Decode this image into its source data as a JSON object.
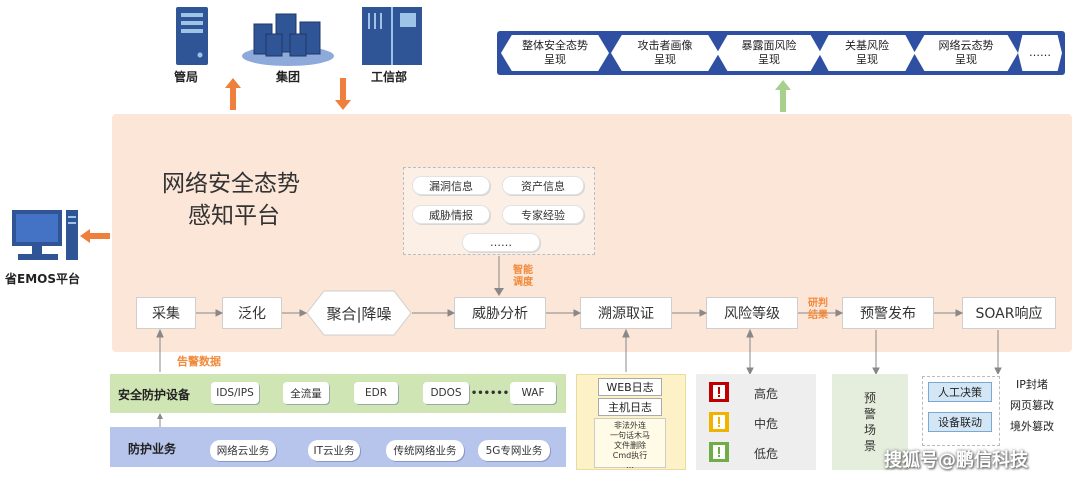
{
  "top_nodes": {
    "guanju": "管局",
    "jituan": "集团",
    "gongxinbu": "工信部"
  },
  "left_node": "省EMOS平台",
  "platform": {
    "title_line1": "网络安全态势",
    "title_line2": "感知平台"
  },
  "info_chips": [
    "漏洞信息",
    "资产信息",
    "威胁情报",
    "专家经验",
    "……"
  ],
  "labels": {
    "smart_dispatch": [
      "智能",
      "调度"
    ],
    "research_result": [
      "研判",
      "结果"
    ],
    "alert_data": "告警数据"
  },
  "process": [
    "采集",
    "泛化",
    "聚合|降噪",
    "威胁分析",
    "溯源取证",
    "风险等级",
    "预警发布",
    "SOAR响应"
  ],
  "ribbon": [
    [
      "整体安全态势",
      "呈现"
    ],
    [
      "攻击者画像",
      "呈现"
    ],
    [
      "暴露面风险",
      "呈现"
    ],
    [
      "关基风险",
      "呈现"
    ],
    [
      "网络云态势",
      "呈现"
    ],
    [
      "……",
      ""
    ]
  ],
  "security_row": {
    "label": "安全防护设备",
    "items": [
      "IDS/IPS",
      "全流量",
      "EDR",
      "DDOS",
      "••••••",
      "WAF"
    ]
  },
  "business_row": {
    "label": "防护业务",
    "items": [
      "网络云业务",
      "IT云业务",
      "传统网络业务",
      "5G专网业务"
    ]
  },
  "logs": {
    "web": "WEB日志",
    "host": "主机日志",
    "paper_lines": [
      "非法外连",
      "一句话木马",
      "文件删除",
      "Cmd执行",
      "…"
    ]
  },
  "risk": [
    "高危",
    "中危",
    "低危"
  ],
  "warning": "预警场景",
  "soar": {
    "manual": "人工决策",
    "linkage": "设备联动",
    "actions": [
      "IP封堵",
      "网页篡改",
      "境外篡改"
    ]
  },
  "watermark": "搜狐号@鹏信科技",
  "colors": {
    "orange": "#f28a3c",
    "green": "#a8d08d",
    "ribbon_blue": "#2f4fa3",
    "platform_bg": "#fbe6d7"
  }
}
